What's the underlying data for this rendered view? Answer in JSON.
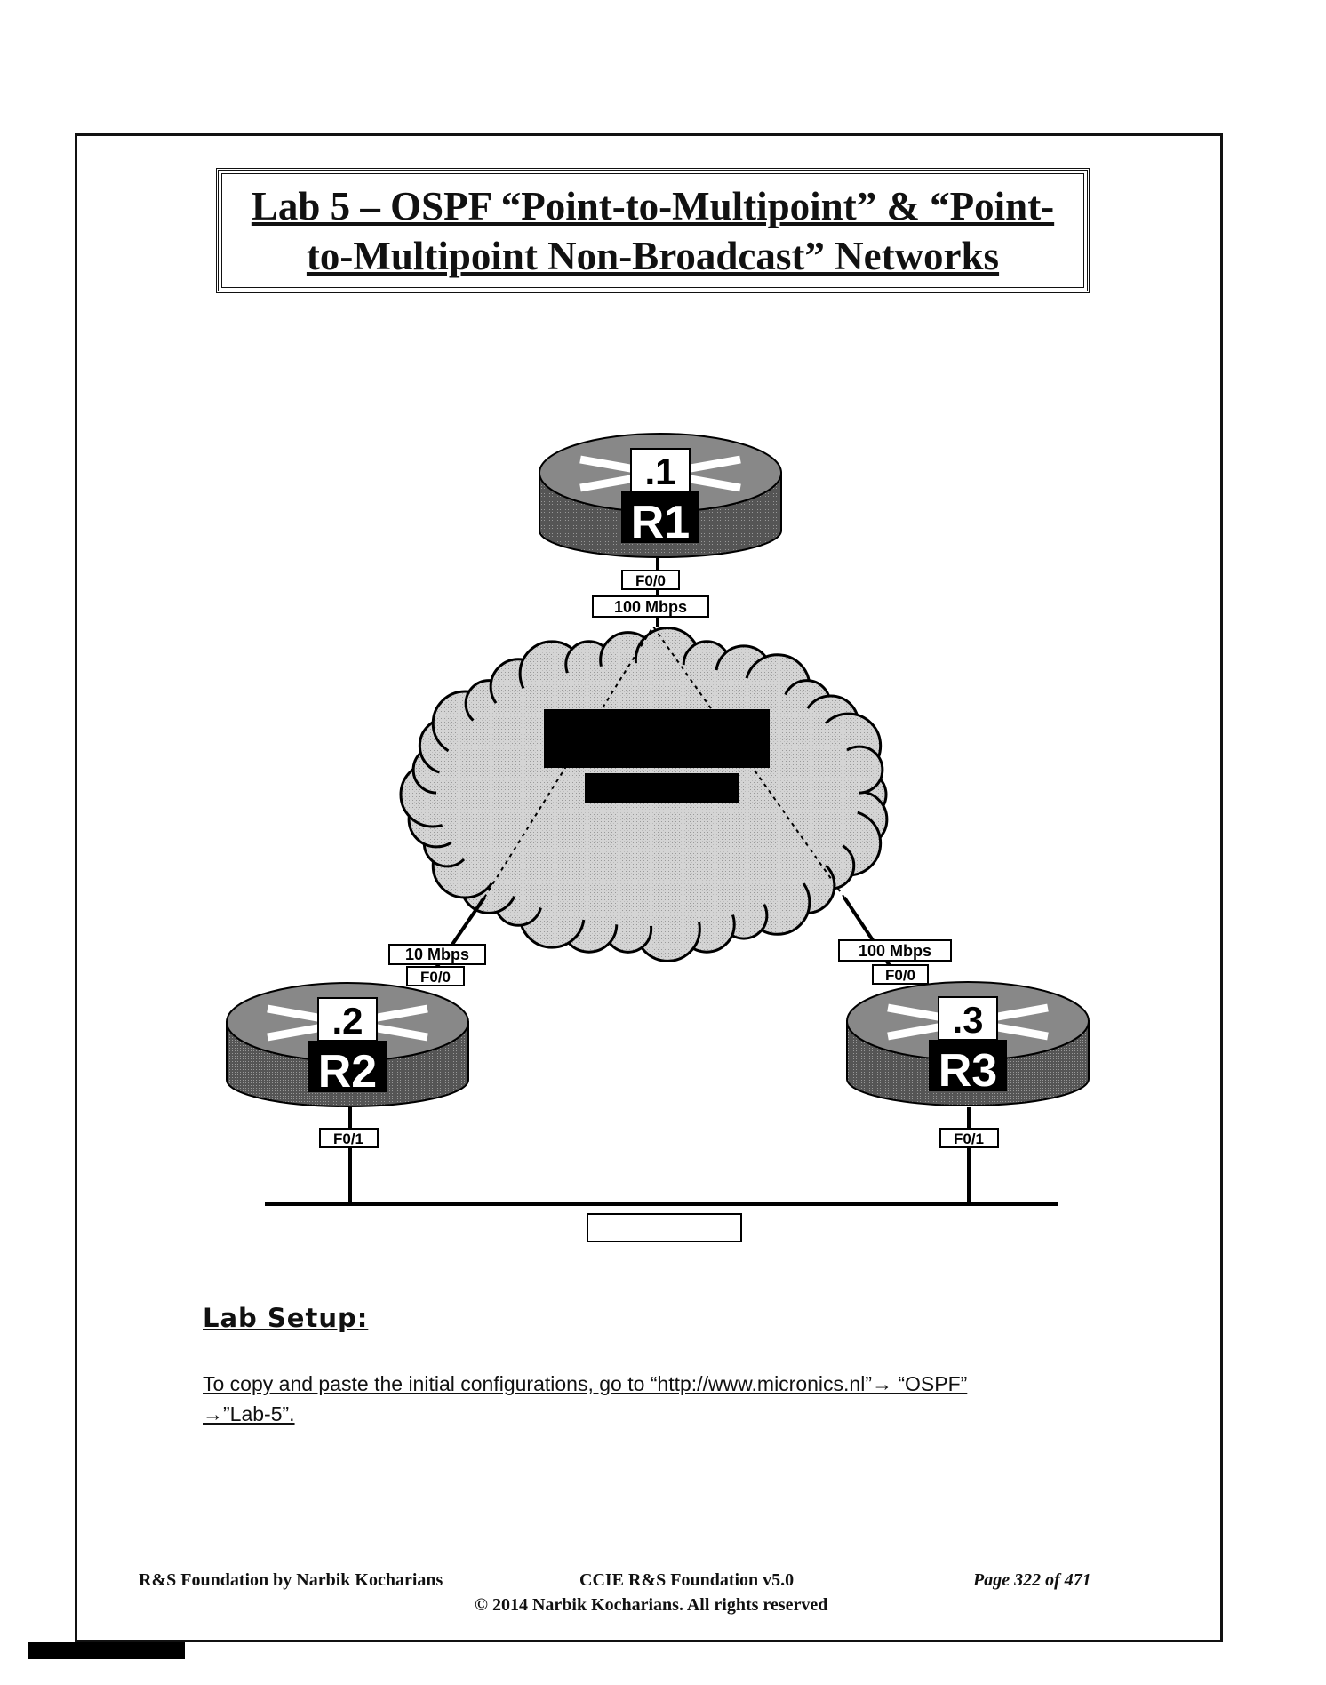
{
  "title": {
    "line1": "Lab 5 – OSPF “Point-to-Multipoint” & “Point-",
    "line2": "to-Multipoint Non-Broadcast” Networks"
  },
  "diagram": {
    "routers": [
      {
        "name": "R1",
        "ip": ".1"
      },
      {
        "name": "R2",
        "ip": ".2"
      },
      {
        "name": "R3",
        "ip": ".3"
      }
    ],
    "r1_interface": "F0/0",
    "r1_speed": "100 Mbps",
    "r2_speed": "10 Mbps",
    "r2_interface": "F0/0",
    "r3_speed": "100 Mbps",
    "r3_interface": "F0/0",
    "r2_lan_interface": "F0/1",
    "r3_lan_interface": "F0/1"
  },
  "lab_setup": {
    "heading": "Lab Setup:",
    "text_line1": "To copy and paste the initial configurations, go to “http://www.micronics.nl”→ “OSPF”",
    "text_line2": "→”Lab-5”."
  },
  "footer": {
    "left": "R&S Foundation by Narbik Kocharians",
    "center": "CCIE R&S Foundation v5.0",
    "page": "Page 322 of 471",
    "copyright": "© 2014 Narbik Kocharians. All rights reserved"
  }
}
